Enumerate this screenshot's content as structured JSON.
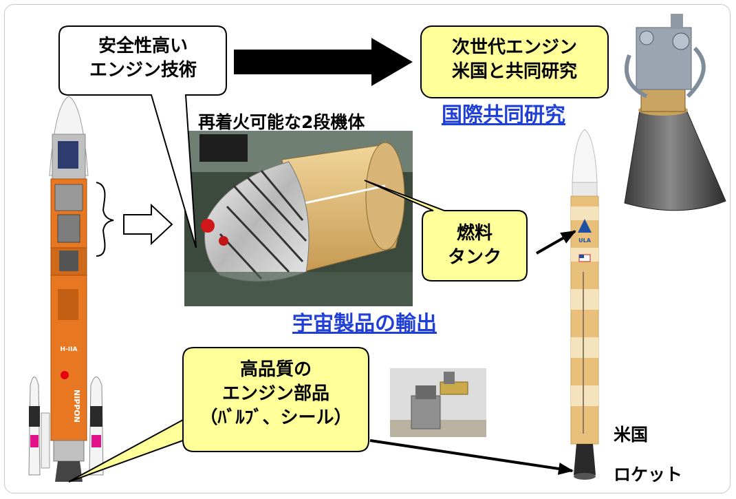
{
  "callouts": {
    "safety": [
      "安全性高い",
      "エンジン技術"
    ],
    "nextgen": [
      "次世代エンジン",
      "米国と共同研究"
    ],
    "tank": [
      "燃料",
      "タンク"
    ],
    "quality": [
      "高品質の",
      "エンジン部品",
      "（ﾊﾞﾙﾌﾞ、シール）"
    ]
  },
  "labels": {
    "stage2": "再着火可能な2段機体",
    "intl_research": "国際共同研究",
    "export": "宇宙製品の輸出",
    "us": "米国",
    "rocket": "ロケット"
  },
  "rocket_markings": {
    "hiia": "H-IIA",
    "nippon": "NIPPON",
    "ula": "ULA"
  },
  "colors": {
    "callout_fill": "#ffff99",
    "callout_white": "#ffffff",
    "link": "#1f3fd6",
    "rocket_orange": "#e87722",
    "rocket_tan": "#e8c07a"
  }
}
